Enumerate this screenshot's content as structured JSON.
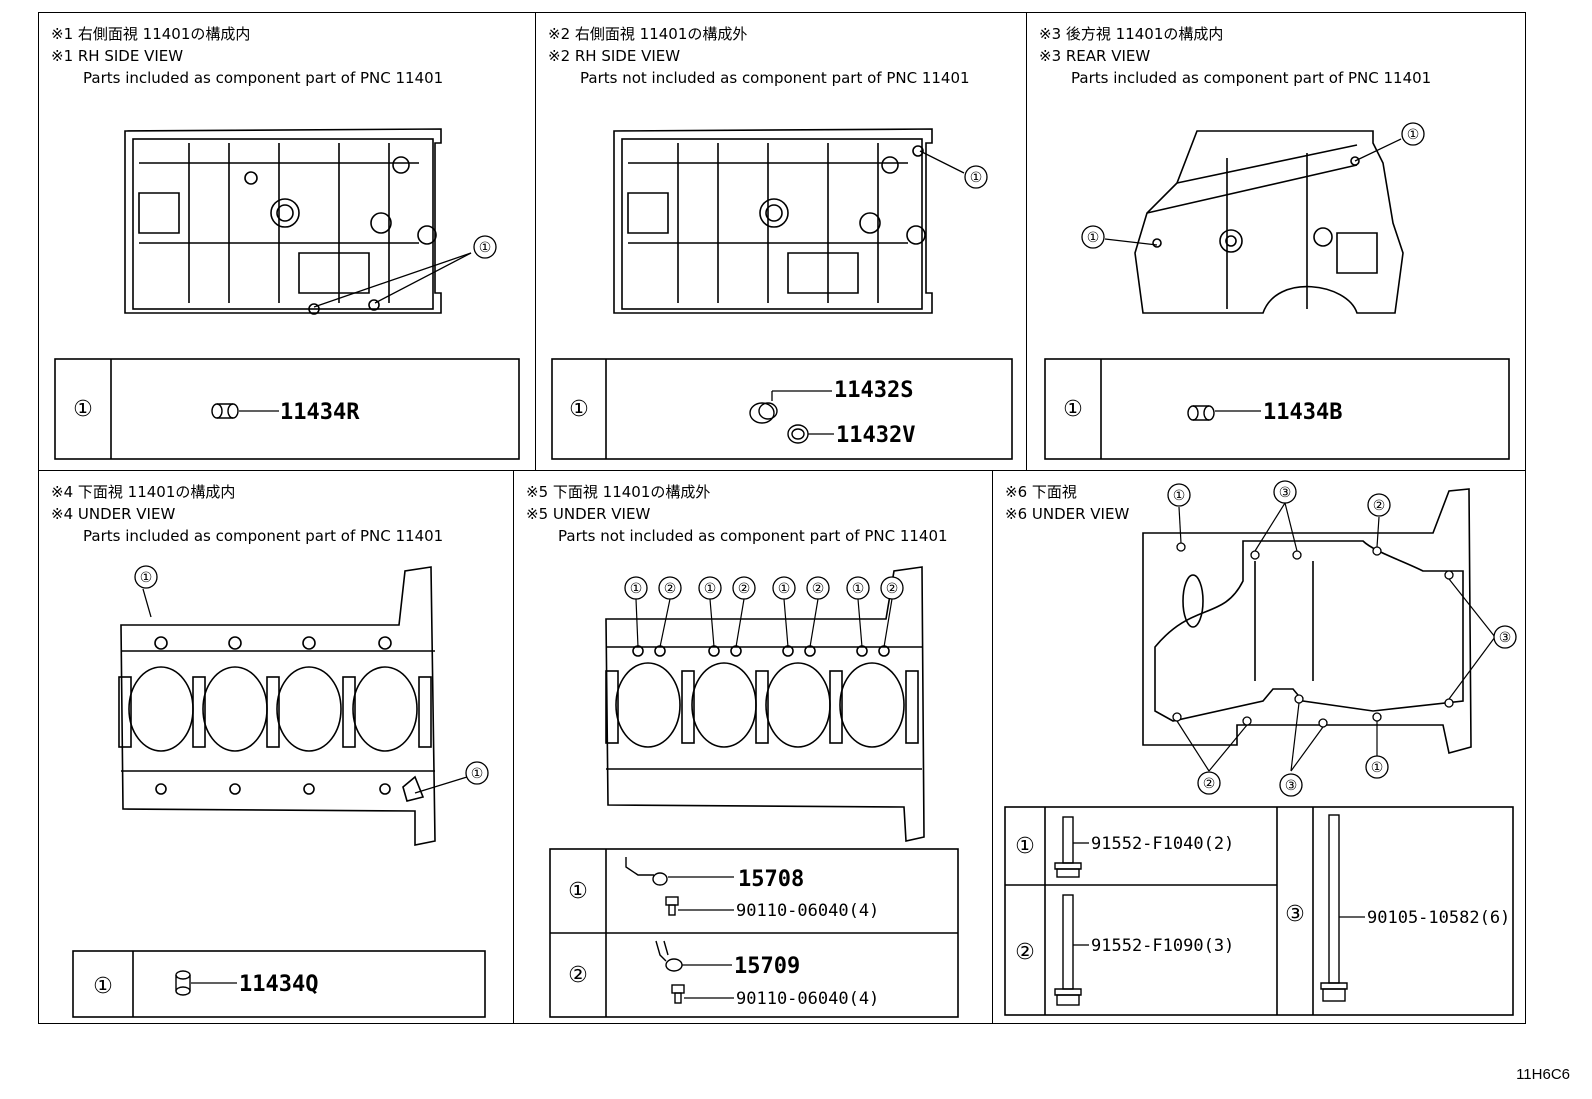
{
  "figure_code": "11H6C6",
  "panels": [
    {
      "jp": "※1 右側面視 11401の構成内",
      "en": "※1 RH SIDE VIEW",
      "note": "Parts included as component part of PNC 11401",
      "callout": "①",
      "row_num": "①",
      "parts": [
        "11434R"
      ]
    },
    {
      "jp": "※2 右側面視 11401の構成外",
      "en": "※2 RH SIDE VIEW",
      "note": "Parts not included as component part of PNC 11401",
      "callout": "①",
      "row_num": "①",
      "parts": [
        "11432S",
        "11432V"
      ]
    },
    {
      "jp": "※3 後方視 11401の構成内",
      "en": "※3 REAR VIEW",
      "note": "Parts included as component part of PNC 11401",
      "callout": "①",
      "row_num": "①",
      "parts": [
        "11434B"
      ]
    },
    {
      "jp": "※4 下面視 11401の構成内",
      "en": "※4 UNDER VIEW",
      "note": "Parts included as component part of PNC 11401",
      "callout": "①",
      "row_num": "①",
      "parts": [
        "11434Q"
      ]
    },
    {
      "jp": "※5 下面視 11401の構成外",
      "en": "※5 UNDER VIEW",
      "note": "Parts not included as component part of PNC 11401",
      "callouts": [
        "①",
        "②"
      ],
      "rows": [
        {
          "num": "①",
          "parts": [
            "15708",
            "90110-06040(4)"
          ]
        },
        {
          "num": "②",
          "parts": [
            "15709",
            "90110-06040(4)"
          ]
        }
      ]
    },
    {
      "jp": "※6 下面視",
      "en": "※6 UNDER VIEW",
      "callouts": [
        "①",
        "②",
        "③"
      ],
      "rows": [
        {
          "num": "①",
          "part": "91552-F1040(2)"
        },
        {
          "num": "②",
          "part": "91552-F1090(3)"
        },
        {
          "num": "③",
          "part": "90105-10582(6)"
        }
      ]
    }
  ]
}
